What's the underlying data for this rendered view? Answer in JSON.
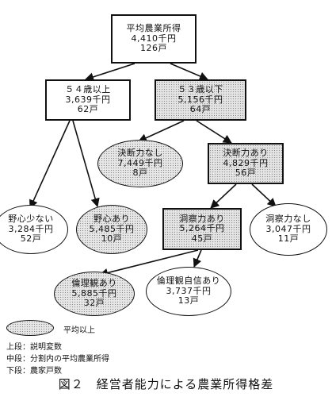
{
  "nodes": {
    "root": {
      "title": "平均農業所得",
      "income": "4,410千円",
      "households": "126戸"
    },
    "age_54_over": {
      "title": "５４歳以上",
      "income": "3,639千円",
      "households": "62戸"
    },
    "age_53_under": {
      "title": "５３歳以下",
      "income": "5,156千円",
      "households": "64戸"
    },
    "no_decisiveness": {
      "title": "決断力なし",
      "income": "7,449千円",
      "households": "8戸"
    },
    "decisiveness": {
      "title": "決断力あり",
      "income": "4,829千円",
      "households": "56戸"
    },
    "low_ambition": {
      "title": "野心少ない",
      "income": "3,284千円",
      "households": "52戸"
    },
    "ambition": {
      "title": "野心あり",
      "income": "5,485千円",
      "households": "10戸"
    },
    "insight": {
      "title": "洞察力あり",
      "income": "5,264千円",
      "households": "45戸"
    },
    "no_insight": {
      "title": "洞察力なし",
      "income": "3,047千円",
      "households": "11戸"
    },
    "ethics": {
      "title": "倫理観あり",
      "income": "5,885千円",
      "households": "32戸"
    },
    "ethics_confident": {
      "title": "倫理観自信あり",
      "income": "3,737千円",
      "households": "13戸"
    }
  },
  "legend": {
    "above_average": "平均以上",
    "upper": "上段：説明変数",
    "middle": "中段：分割内の平均農業所得",
    "lower": "下段：農家戸数"
  },
  "caption": "図２　経営者能力による農業所得格差"
}
